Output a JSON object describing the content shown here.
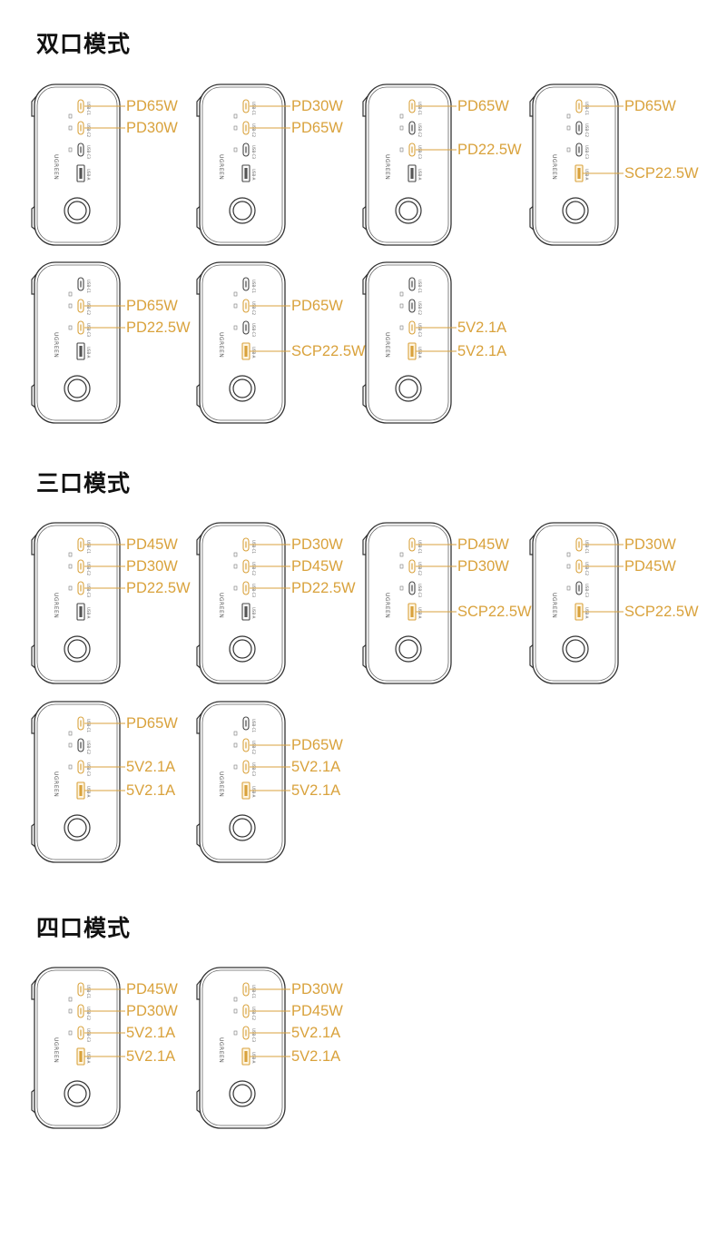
{
  "brand": "UGREEN",
  "ports": [
    "USB-C1",
    "USB-C2",
    "USB-C3",
    "USB-A"
  ],
  "colors": {
    "accent": "#d9a23c",
    "outline": "#333333",
    "title": "#111111"
  },
  "sections": [
    {
      "title": "双口模式",
      "modes": [
        {
          "ports": [
            {
              "port": 0,
              "label": "PD65W"
            },
            {
              "port": 1,
              "label": "PD30W"
            }
          ]
        },
        {
          "ports": [
            {
              "port": 0,
              "label": "PD30W"
            },
            {
              "port": 1,
              "label": "PD65W"
            }
          ]
        },
        {
          "ports": [
            {
              "port": 0,
              "label": "PD65W"
            },
            {
              "port": 2,
              "label": "PD22.5W"
            }
          ]
        },
        {
          "ports": [
            {
              "port": 0,
              "label": "PD65W"
            },
            {
              "port": 3,
              "label": "SCP22.5W"
            }
          ]
        },
        {
          "ports": [
            {
              "port": 1,
              "label": "PD65W"
            },
            {
              "port": 2,
              "label": "PD22.5W"
            }
          ]
        },
        {
          "ports": [
            {
              "port": 1,
              "label": "PD65W"
            },
            {
              "port": 3,
              "label": "SCP22.5W"
            }
          ]
        },
        {
          "ports": [
            {
              "port": 2,
              "label": "5V2.1A"
            },
            {
              "port": 3,
              "label": "5V2.1A"
            }
          ]
        }
      ]
    },
    {
      "title": "三口模式",
      "modes": [
        {
          "ports": [
            {
              "port": 0,
              "label": "PD45W"
            },
            {
              "port": 1,
              "label": "PD30W"
            },
            {
              "port": 2,
              "label": "PD22.5W"
            }
          ]
        },
        {
          "ports": [
            {
              "port": 0,
              "label": "PD30W"
            },
            {
              "port": 1,
              "label": "PD45W"
            },
            {
              "port": 2,
              "label": "PD22.5W"
            }
          ]
        },
        {
          "ports": [
            {
              "port": 0,
              "label": "PD45W"
            },
            {
              "port": 1,
              "label": "PD30W"
            },
            {
              "port": 3,
              "label": "SCP22.5W"
            }
          ]
        },
        {
          "ports": [
            {
              "port": 0,
              "label": "PD30W"
            },
            {
              "port": 1,
              "label": "PD45W"
            },
            {
              "port": 3,
              "label": "SCP22.5W"
            }
          ]
        },
        {
          "ports": [
            {
              "port": 0,
              "label": "PD65W"
            },
            {
              "port": 2,
              "label": "5V2.1A"
            },
            {
              "port": 3,
              "label": "5V2.1A"
            }
          ]
        },
        {
          "ports": [
            {
              "port": 1,
              "label": "PD65W"
            },
            {
              "port": 2,
              "label": "5V2.1A"
            },
            {
              "port": 3,
              "label": "5V2.1A"
            }
          ]
        }
      ]
    },
    {
      "title": "四口模式",
      "modes": [
        {
          "ports": [
            {
              "port": 0,
              "label": "PD45W"
            },
            {
              "port": 1,
              "label": "PD30W"
            },
            {
              "port": 2,
              "label": "5V2.1A"
            },
            {
              "port": 3,
              "label": "5V2.1A"
            }
          ]
        },
        {
          "ports": [
            {
              "port": 0,
              "label": "PD30W"
            },
            {
              "port": 1,
              "label": "PD45W"
            },
            {
              "port": 2,
              "label": "5V2.1A"
            },
            {
              "port": 3,
              "label": "5V2.1A"
            }
          ]
        }
      ]
    }
  ]
}
